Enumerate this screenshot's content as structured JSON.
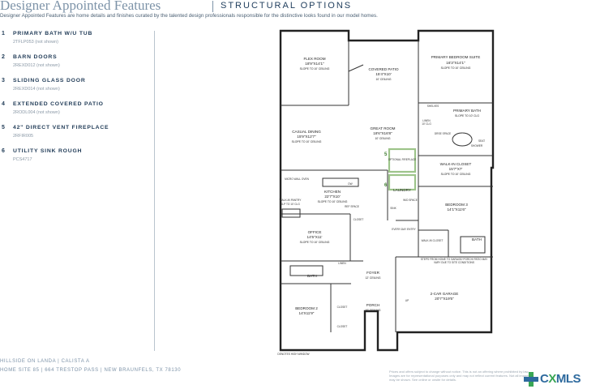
{
  "header": {
    "brand": "Designer Appointed Features",
    "section": "STRUCTURAL OPTIONS",
    "subtitle": "Designer Appointed Features are home details and finishes curated by the talented design professionals responsible for the distinctive looks found in our model homes."
  },
  "features": [
    {
      "num": "1",
      "name": "PRIMARY BATH W/U TUB",
      "code": "2TFLP053 (not shown)"
    },
    {
      "num": "2",
      "name": "BARN DOORS",
      "code": "2REXD012 (not shown)"
    },
    {
      "num": "3",
      "name": "SLIDING GLASS DOOR",
      "code": "2REXD014 (not shown)"
    },
    {
      "num": "4",
      "name": "EXTENDED COVERED PATIO",
      "code": "2RODL004 (not shown)"
    },
    {
      "num": "5",
      "name": "42\" DIRECT VENT FIREPLACE",
      "code": "2RFIR005"
    },
    {
      "num": "6",
      "name": "UTILITY SINK ROUGH",
      "code": "PCS4717"
    }
  ],
  "floorplan": {
    "rooms": {
      "flex": {
        "name": "FLEX ROOM",
        "size": "18'9\"X14'1\"",
        "note": "SLOPE TO 10' CEILING"
      },
      "covered_patio": {
        "name": "COVERED PATIO",
        "size": "15'4\"X10'",
        "note": "10' CEILING"
      },
      "primary_suite": {
        "name": "PRIMARY BEDROOM SUITE",
        "size": "16'3\"X14'1\"",
        "note": "SLOPE TO 10' CEILING"
      },
      "primary_bath": {
        "name": "PRIMARY BATH",
        "note": "SLOPE TO 10' CLG"
      },
      "casual_dining": {
        "name": "CASUAL DINING",
        "size": "15'9\"X12'7\"",
        "note": "SLOPE TO 10' CEILING"
      },
      "great_room": {
        "name": "GREAT ROOM",
        "size": "18'6\"X16'8\"",
        "note": "10' CEILING"
      },
      "walk_in_closet": {
        "name": "WALK-IN CLOSET",
        "size": "15'7\"X7'",
        "note": "SLOPE TO 10' CEILING"
      },
      "kitchen": {
        "name": "KITCHEN",
        "size": "22'7\"X10'",
        "note": "SLOPE TO 10' CEILING"
      },
      "laundry": {
        "name": "LAUNDRY"
      },
      "bedroom3": {
        "name": "BEDROOM 3",
        "size": "14'1\"X11'6\""
      },
      "office": {
        "name": "OFFICE",
        "size": "14'5\"X11'",
        "note": "SLOPE TO 10' CEILING"
      },
      "bath_right": {
        "name": "BATH"
      },
      "bath_left": {
        "name": "BATH"
      },
      "foyer": {
        "name": "FOYER",
        "note": "12' CEILING"
      },
      "garage": {
        "name": "2-CAR GARAGE",
        "size": "20'7\"X19'5\""
      },
      "bedroom2": {
        "name": "BEDROOM 2",
        "size": "14'X11'9\""
      },
      "porch": {
        "name": "PORCH",
        "note": "10' CEILING"
      }
    },
    "small_labels": {
      "shelves": "SHELVES",
      "linen": "LINEN",
      "linen_note": "10' CLG",
      "drse": "DRSE SPACE",
      "seat": "SEAT",
      "shower": "SHOWER",
      "fireplace": "OPTIONAL FIREPLACE",
      "micro": "MICRO WALL OVEN",
      "dw": "DW",
      "walkin_pantry": "WALK-IN PANTRY",
      "pantry_note": "SLP TO 10' CLG",
      "ref": "REF SPACE",
      "closet": "CLOSET",
      "sink": "SINK",
      "wd": "W/D SPACE",
      "everyday": "EVERY-DAY ENTRY",
      "walkin_closet_small": "WALK-IN CLOSET",
      "linen2": "LINEN",
      "closet2": "CLOSET",
      "closet3": "CLOSET",
      "garage_note": "STEPS FROM HOME TO GARAGE/ PORCH/ PATIO MAY VARY DUE TO SITE CONDITIONS",
      "up": "UP",
      "marker5": "5",
      "marker6": "6",
      "denotes": "DENOTES HIGH WINDOW"
    }
  },
  "footer": {
    "line1": "HILLSIDE ON LANDA  |  CALISTA A",
    "line2": "HOME SITE 85  |  664 TRESTOP PASS  |  NEW BRAUNFELS, TX 78130",
    "disclaimer": "Prices and offers subject to change without notice. This is not an offering where prohibited by law. Images are for representational purposes only and may not reflect current features. Not all images may be shown. See online or onsite for details."
  },
  "logo": {
    "text_c": "C",
    "text_x": "X",
    "text_rest": "MLS"
  },
  "colors": {
    "accent": "#7d93a8",
    "navy": "#1f3a56",
    "highlight": "#9dc48a",
    "mls_blue": "#2e6a9e",
    "mls_green": "#3aa655"
  }
}
